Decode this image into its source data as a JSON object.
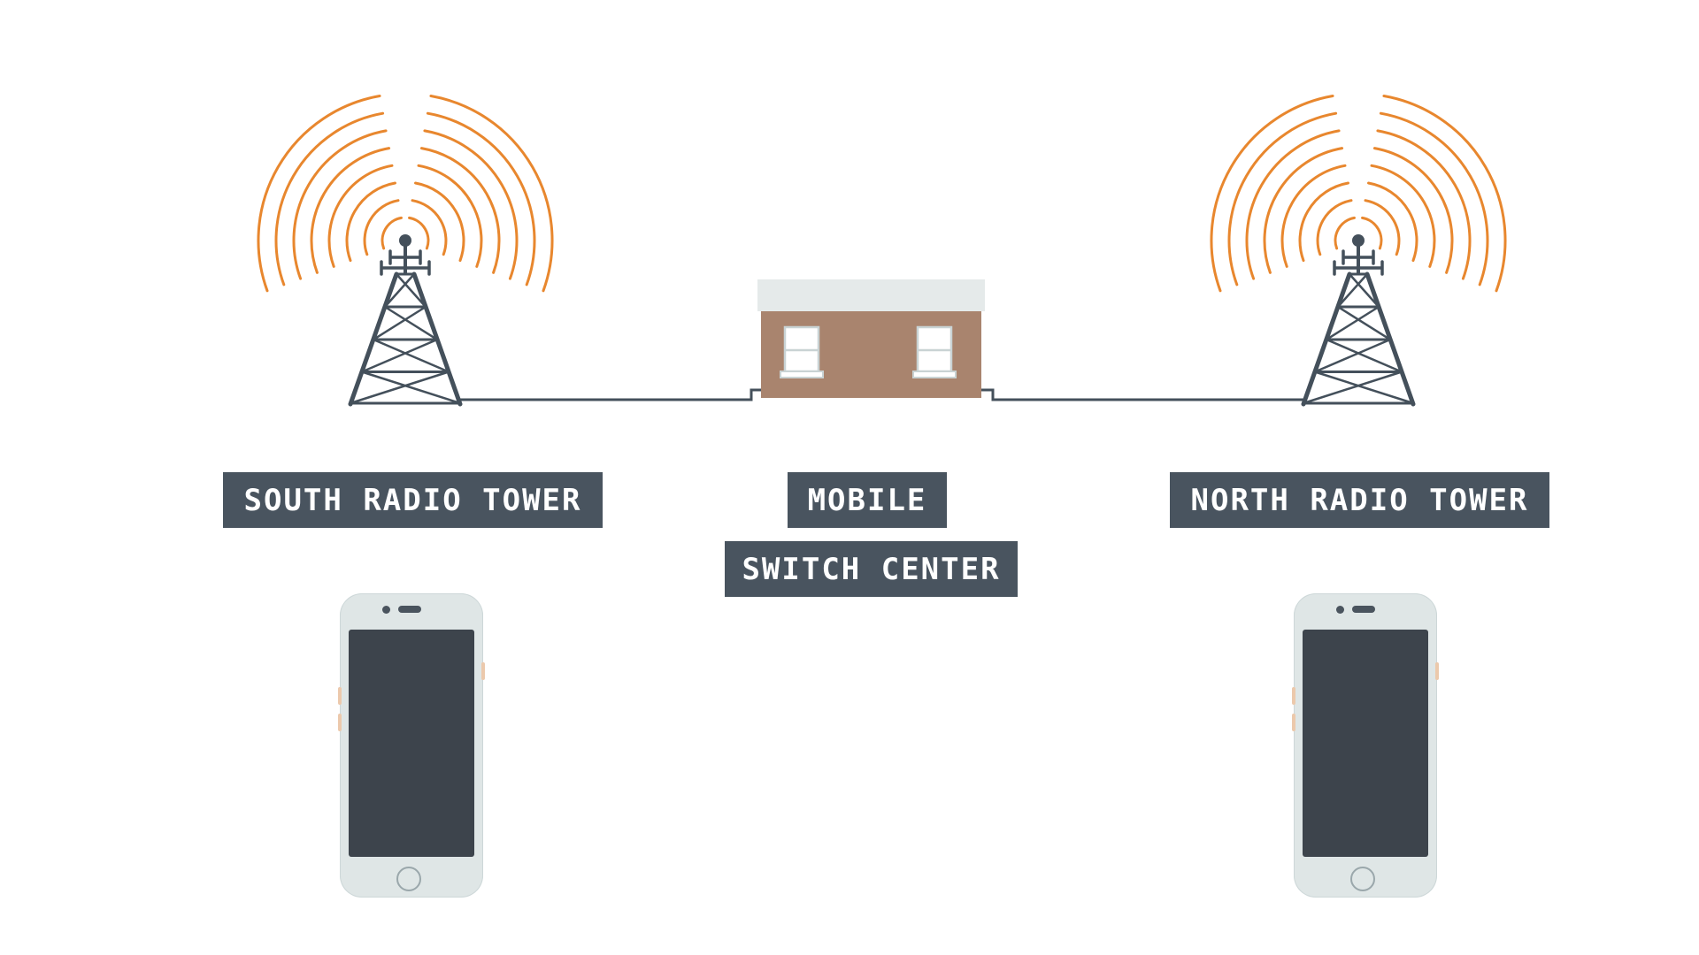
{
  "diagram": {
    "type": "cellular-network-diagram",
    "labels": {
      "south_tower": "SOUTH RADIO TOWER",
      "mobile": "MOBILE",
      "switch_center": "SWITCH CENTER",
      "north_tower": "NORTH RADIO TOWER"
    },
    "nodes": [
      {
        "id": "south-radio-tower",
        "type": "radio-tower",
        "label": "SOUTH RADIO TOWER",
        "waves": true
      },
      {
        "id": "mobile-switch-center",
        "type": "building",
        "label": "MOBILE SWITCH CENTER"
      },
      {
        "id": "north-radio-tower",
        "type": "radio-tower",
        "label": "NORTH RADIO TOWER",
        "waves": true
      },
      {
        "id": "south-phone",
        "type": "mobile-phone",
        "label": ""
      },
      {
        "id": "north-phone",
        "type": "mobile-phone",
        "label": ""
      }
    ],
    "links": [
      {
        "from": "south-radio-tower",
        "to": "mobile-switch-center"
      },
      {
        "from": "mobile-switch-center",
        "to": "north-radio-tower"
      }
    ],
    "colors": {
      "background": "#ffffff",
      "wave_orange": "#e8872e",
      "structure_slate": "#44505b",
      "label_bg": "#49545f",
      "label_text": "#ffffff",
      "building_wall": "#a9846e",
      "building_roof": "#e5eaea",
      "window_frame": "#c9d3d4",
      "phone_body": "#dfe6e6",
      "phone_screen": "#3d444c",
      "phone_button_accent": "#ecc9ac"
    }
  }
}
